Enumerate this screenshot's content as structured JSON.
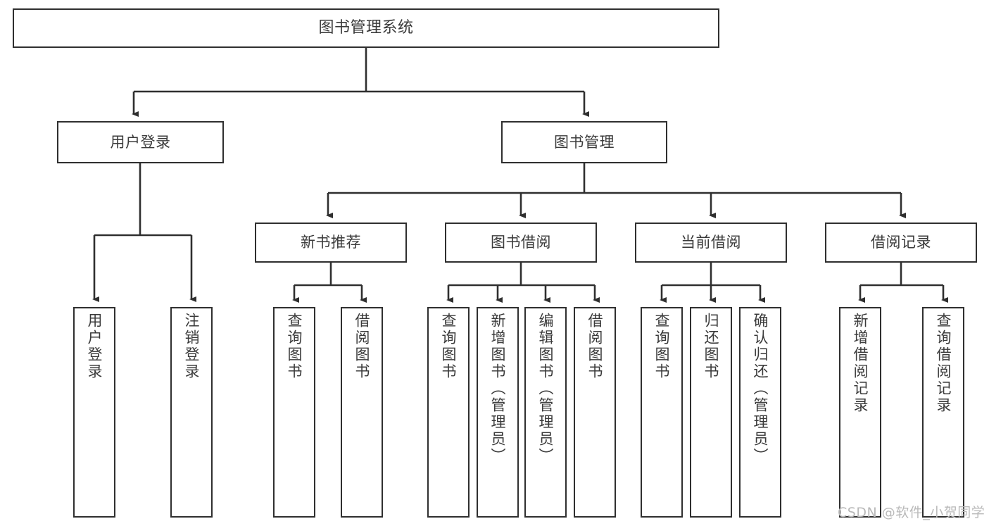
{
  "diagram": {
    "title": "图书管理系统",
    "type": "functional-structure-tree",
    "root": {
      "label": "图书管理系统"
    },
    "level2": [
      {
        "label": "用户登录"
      },
      {
        "label": "图书管理"
      }
    ],
    "level3": [
      {
        "label": "新书推荐"
      },
      {
        "label": "图书借阅"
      },
      {
        "label": "当前借阅"
      },
      {
        "label": "借阅记录"
      }
    ],
    "leaves": {
      "user_login": [
        {
          "label": "用户登录"
        },
        {
          "label": "注销登录"
        }
      ],
      "new_book_recommend": [
        {
          "label": "查询图书"
        },
        {
          "label": "借阅图书"
        }
      ],
      "book_borrow": [
        {
          "label": "查询图书"
        },
        {
          "label": "新增图书（管理员）"
        },
        {
          "label": "编辑图书（管理员）"
        },
        {
          "label": "借阅图书"
        }
      ],
      "current_borrow": [
        {
          "label": "查询图书"
        },
        {
          "label": "归还图书"
        },
        {
          "label": "确认归还（管理员）"
        }
      ],
      "borrow_record": [
        {
          "label": "新增借阅记录"
        },
        {
          "label": "查询借阅记录"
        }
      ]
    }
  },
  "watermark": {
    "text": "CSDN @软件_小贺同学"
  },
  "colors": {
    "stroke": "#2f2f2f",
    "text": "#3a3a3a",
    "background": "#ffffff",
    "watermark": "#b9b9b9"
  }
}
